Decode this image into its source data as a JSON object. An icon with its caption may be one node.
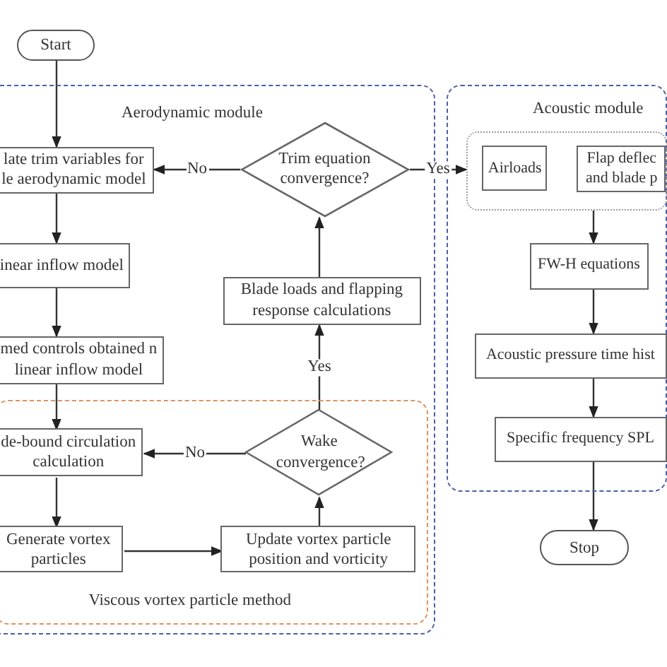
{
  "diagram": {
    "nodes": [
      {
        "text": [
          "Start"
        ]
      },
      {
        "text": [
          "Aerodynamic module"
        ]
      },
      {
        "text": [
          "Trim equation convergence?"
        ],
        "in": 1
      },
      {
        "text": [
          "late trim variables for le aerodynamic model"
        ],
        "in": 1
      },
      {
        "text": [
          "inear inflow model"
        ],
        "in": 1
      },
      {
        "text": [
          "Blade loads and flapping response calculations"
        ],
        "in": 1
      },
      {
        "text": [
          "med controls obtained n linear inflow model"
        ],
        "in": 1
      },
      {
        "text": [
          "Viscous vortex particle method"
        ],
        "in": 1
      },
      {
        "text": [
          "de-bound circulation calculation"
        ],
        "in": 7
      },
      {
        "text": [
          "Wake convergence?"
        ],
        "in": 7
      },
      {
        "text": [
          "Generate vortex particles"
        ],
        "in": 7
      },
      {
        "text": [
          "Update vortex particle position and vorticity"
        ],
        "in": 7
      },
      {
        "text": [
          "Acoustic module"
        ]
      },
      {
        "text": [],
        "shape": "box",
        "in": 12
      },
      {
        "text": [
          "Airloads"
        ],
        "in": 13
      },
      {
        "text": [
          "Flap deflec and blade p"
        ],
        "in": 13
      },
      {
        "text": [
          "FW-H equations"
        ],
        "in": 12
      },
      {
        "text": [
          "Acoustic pressure time hist"
        ],
        "in": 12
      },
      {
        "text": [
          "Specific frequency SPL"
        ],
        "in": 12
      },
      {
        "text": [
          "Stop"
        ]
      }
    ],
    "edges": [
      {
        "from": 0,
        "to": 3,
        "arrow": "to"
      },
      {
        "from": 2,
        "to": 3,
        "arrow": "to",
        "label": "No"
      },
      {
        "from": 2,
        "to": 13,
        "arrow": "to",
        "label": "Yes"
      },
      {
        "from": 3,
        "to": 4,
        "arrow": "to"
      },
      {
        "from": 4,
        "to": 6,
        "arrow": "to"
      },
      {
        "from": 6,
        "to": 8,
        "arrow": "to"
      },
      {
        "from": 9,
        "to": 8,
        "arrow": "to",
        "label": "No"
      },
      {
        "from": 8,
        "to": 10,
        "arrow": "to"
      },
      {
        "from": 10,
        "to": 11,
        "arrow": "to"
      },
      {
        "from": 11,
        "to": 9,
        "arrow": "to"
      },
      {
        "from": 9,
        "to": 5,
        "arrow": "to",
        "label": "Yes"
      },
      {
        "from": 5,
        "to": 2,
        "arrow": "to"
      },
      {
        "from": 13,
        "to": 16,
        "arrow": "to"
      },
      {
        "from": 16,
        "to": 17,
        "arrow": "to"
      },
      {
        "from": 17,
        "to": 18,
        "arrow": "to"
      },
      {
        "from": 18,
        "to": 19,
        "arrow": "to"
      }
    ]
  }
}
